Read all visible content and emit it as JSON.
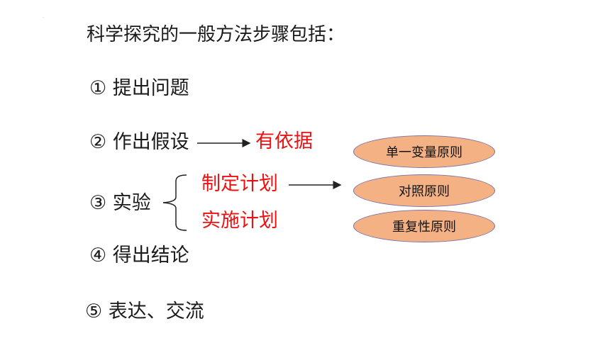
{
  "title": "科学探究的一般方法步骤包括：",
  "steps": [
    "① 提出问题",
    "② 作出假设",
    "③ 实验",
    "④ 得出结论",
    "⑤ 表达、交流"
  ],
  "hypothesis_note": "有依据",
  "experiment_branches": [
    "制定计划",
    "实施计划"
  ],
  "principles": [
    "单一变量原则",
    "对照原则",
    "重复性原则"
  ],
  "colors": {
    "highlight": "#ee1111",
    "oval_fill": "#f4b183",
    "oval_border": "#7c74a7"
  }
}
